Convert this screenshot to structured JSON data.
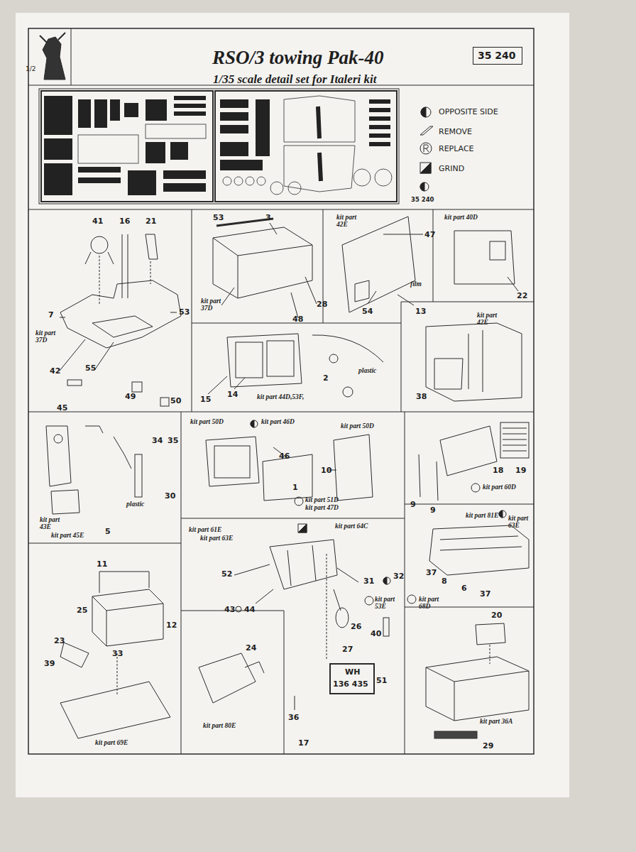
{
  "diagram": {
    "title": "RSO/3 towing Pak-40",
    "nodes": [
      {
        "text": [
          "35 240"
        ]
      },
      {
        "text": [
          "35 240"
        ]
      }
    ],
    "labels": [
      "1/2",
      "1/35 scale detail set for Italeri kit",
      "41",
      "16",
      "21",
      "7",
      "kit part 37D",
      "53",
      "42",
      "55",
      "45",
      "49",
      "50",
      "53",
      "3",
      "kit part 37D",
      "48",
      "28",
      "kit part 42E",
      "47",
      "54",
      "film",
      "13",
      "kit part 40D",
      "22",
      "15",
      "14",
      "kit part 44D,53F,",
      "plastic",
      "2",
      "kit part 42E",
      "38",
      "34",
      "35",
      "plastic",
      "30",
      "kit part 43E",
      "kit part 45E",
      "5",
      "kit part 50D",
      "kit part 46D",
      "kit part 50D",
      "46",
      "10",
      "1",
      "kit part 51D",
      "kit part 47D",
      "19",
      "18",
      "9",
      "9",
      "kit part 60D",
      "11",
      "25",
      "12",
      "23",
      "33",
      "39",
      "kit part 69E",
      "kit part 61E",
      "kit part 63E",
      "kit part 64C",
      "52",
      "31",
      "32",
      "43",
      "44",
      "kit part 53E",
      "26",
      "40",
      "27",
      "51",
      "WH",
      "136 435",
      "24",
      "kit part 80E",
      "36",
      "17",
      "kit part 81E",
      "kit part 63E",
      "37",
      "8",
      "6",
      "37",
      "kit part 68D",
      "20",
      "kit part 36A",
      "29"
    ],
    "legend": [
      {
        "text": "OPPOSITE SIDE"
      },
      {
        "text": "REMOVE"
      },
      {
        "text": "REPLACE"
      },
      {
        "text": "GRIND"
      }
    ]
  }
}
